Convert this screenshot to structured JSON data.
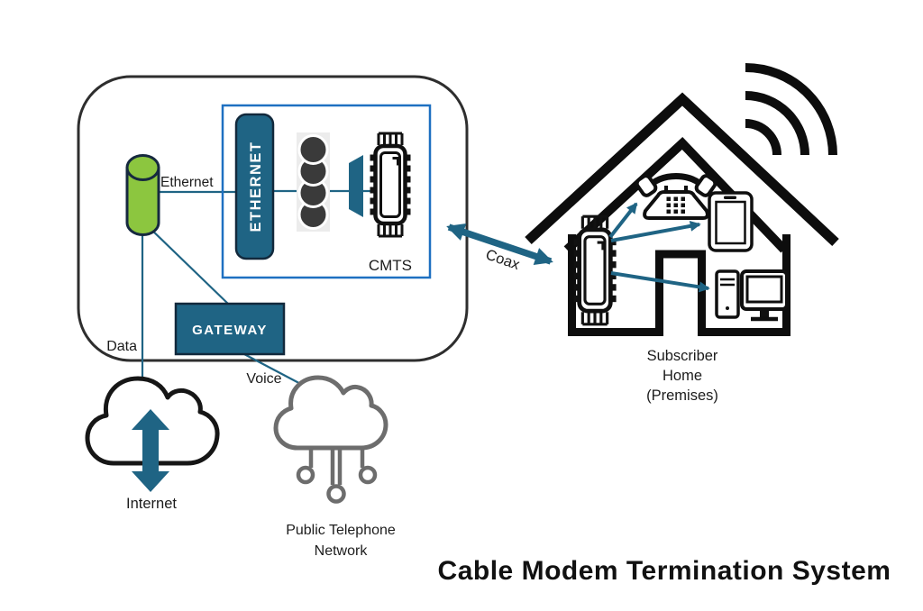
{
  "title": "Cable Modem Termination System",
  "headend": {
    "cylinder_label": "Ethernet",
    "ethernet_card_label": "ETHERNET",
    "cmts_label": "CMTS",
    "gateway_label": "GATEWAY",
    "data_label": "Data",
    "voice_label": "Voice"
  },
  "coax_label": "Coax",
  "internet_label": "Internet",
  "public_telephone_network": {
    "lines": [
      "Public Telephone",
      "Network"
    ]
  },
  "subscriber_home": {
    "lines": [
      "Subscriber",
      "Home",
      "(Premises)"
    ]
  },
  "colors": {
    "teal": "#1f6484",
    "cmts_box_blue": "#1e70c1",
    "cylinder_green": "#8cc63f",
    "outline_black": "#141414",
    "ptn_gray": "#6d6d6d",
    "disk_gray": "#3a3a3a"
  }
}
